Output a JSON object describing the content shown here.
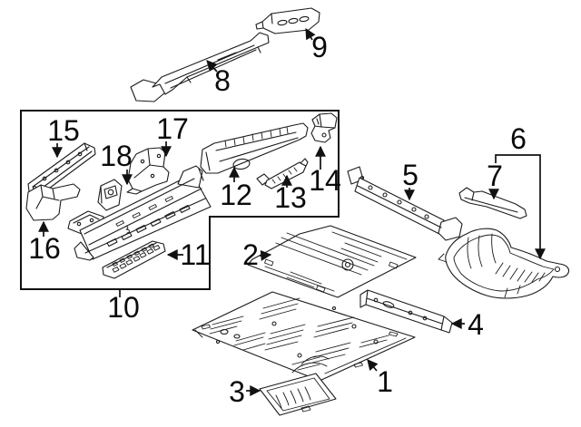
{
  "diagram": {
    "background_color": "#ffffff",
    "line_color": "#1b1b1b",
    "callouts": [
      {
        "label": "1"
      },
      {
        "label": "2"
      },
      {
        "label": "3"
      },
      {
        "label": "4"
      },
      {
        "label": "5"
      },
      {
        "label": "6"
      },
      {
        "label": "7"
      },
      {
        "label": "8"
      },
      {
        "label": "9"
      },
      {
        "label": "10"
      },
      {
        "label": "11"
      },
      {
        "label": "12"
      },
      {
        "label": "13"
      },
      {
        "label": "14"
      },
      {
        "label": "15"
      },
      {
        "label": "16"
      },
      {
        "label": "17"
      },
      {
        "label": "18"
      }
    ]
  }
}
